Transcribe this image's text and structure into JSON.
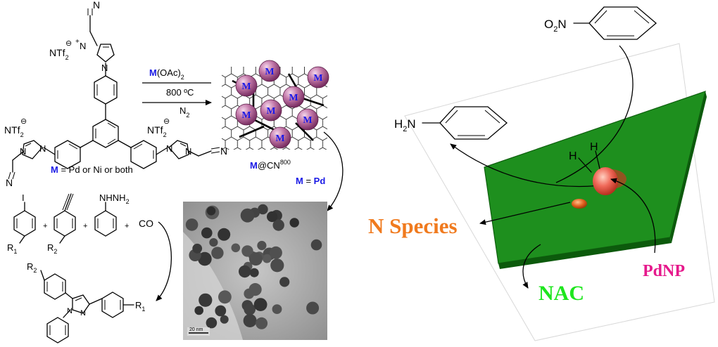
{
  "left_scheme": {
    "counterion_top": "NTf",
    "counterion_sub": "2",
    "counterion_sup": "⊖",
    "nitrile": "N",
    "imidazolium_n": "N",
    "metal_condition": {
      "metal": "M",
      "reagent": "(OAc)",
      "reagent_sub": "2",
      "temp": "800 ºC",
      "gas": "N",
      "gas_sub": "2"
    },
    "m_legend": {
      "m": "M",
      "text": " = Pd or Ni or both"
    },
    "catalyst_label": {
      "m": "M",
      "text": "@CN",
      "sup": "800"
    },
    "metal_particle_label": "M",
    "m_pd": {
      "m": "M",
      "eq": " = ",
      "pd": "Pd"
    },
    "reactants": {
      "iodo": "I",
      "r1": "R",
      "r1_sub": "1",
      "r2": "R",
      "r2_sub": "2",
      "hydrazine": "NHNH",
      "hydrazine_sub": "2",
      "plus": "+",
      "co": "CO"
    },
    "product": {
      "r2": "R",
      "r2_sub": "2",
      "r1": "R",
      "r1_sub": "1",
      "n": "N"
    },
    "tem_scale": "20 nm"
  },
  "right_scheme": {
    "nitrobenzene": {
      "o": "O",
      "o_sub": "2",
      "n": "N"
    },
    "aniline": {
      "h": "H",
      "h_sub": "2",
      "n": "N"
    },
    "hydrogen": "H",
    "n_species": "N Species",
    "pdnp": "PdNP",
    "nac": "NAC"
  },
  "colors": {
    "metal_label": "#1a1ae6",
    "pd_label": "#1a1ae6",
    "sheet_green": "#1e8f1e",
    "n_species": "#f07a1e",
    "pdnp": "#e6198c",
    "nac": "#1ee61e",
    "sphere": "#b86a9e"
  }
}
